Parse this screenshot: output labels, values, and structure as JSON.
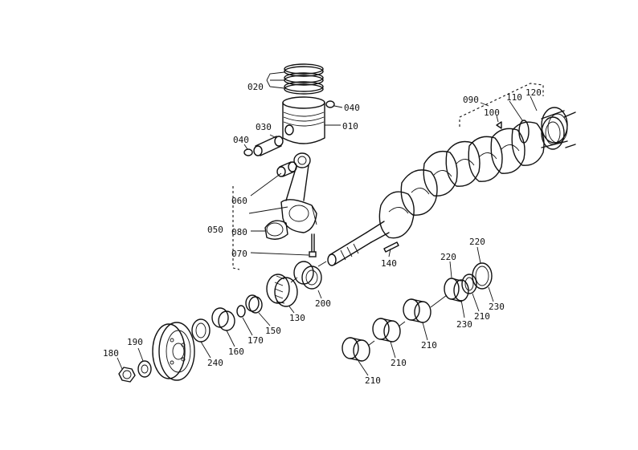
{
  "labels": {
    "p010": "010",
    "p020": "020",
    "p030": "030",
    "p040a": "040",
    "p040b": "040",
    "p050": "050",
    "p060": "060",
    "p070": "070",
    "p080": "080",
    "p090": "090",
    "p100": "100",
    "p110": "110",
    "p120": "120",
    "p130": "130",
    "p140": "140",
    "p150": "150",
    "p160": "160",
    "p170": "170",
    "p180": "180",
    "p190": "190",
    "p200": "200",
    "p210a": "210",
    "p210b": "210",
    "p210c": "210",
    "p210d": "210",
    "p220a": "220",
    "p220b": "220",
    "p230a": "230",
    "p230b": "230",
    "p240": "240"
  },
  "colors": {
    "ink": "#111111",
    "paper": "#ffffff"
  }
}
